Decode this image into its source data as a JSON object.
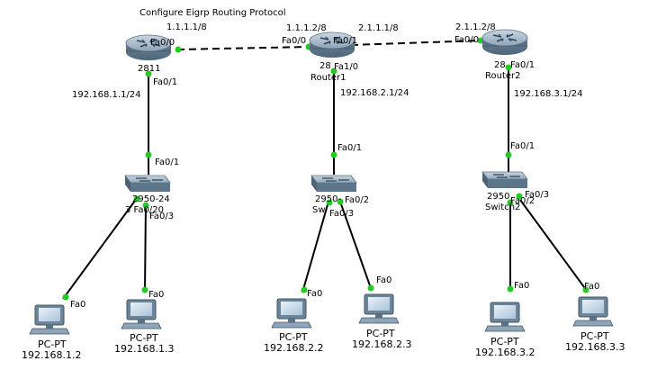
{
  "title": "Configure Eigrp Routing Protocol",
  "routers": [
    {
      "id": "r0",
      "name": "2811",
      "name_visible": "28",
      "name_suffix": "11",
      "net_top": "1.1.1.1/8",
      "lan_ip": "192.168.1.1/24"
    },
    {
      "id": "r1",
      "name": "Router1",
      "model_visible": "28",
      "net_top": "1.1.1.2/8",
      "net_top2": "2.1.1.1/8",
      "lan_ip": "192.168.2.1/24"
    },
    {
      "id": "r2",
      "name": "Router2",
      "model_visible": "28",
      "net_top": "2.1.1.2/8",
      "lan_ip": "192.168.3.1/24"
    }
  ],
  "switches": [
    {
      "id": "s0",
      "name": "2950-24",
      "ports_visible": "3 Fa0/20"
    },
    {
      "id": "s1",
      "name": "2950-",
      "name2": "Sw"
    },
    {
      "id": "s2",
      "name": "2950",
      "name2": "Switch2"
    }
  ],
  "ports": {
    "fa00": "Fa0/0",
    "fa01": "Fa0/1",
    "fa02": "Fa0/2",
    "fa03": "Fa0/3",
    "fa10": "Fa1/0",
    "fa0": "Fa0"
  },
  "pcs": [
    {
      "type": "PC-PT",
      "ip": "192.168.1.2"
    },
    {
      "type": "PC-PT",
      "ip": "192.168.1.3"
    },
    {
      "type": "PC-PT",
      "ip": "192.168.2.2"
    },
    {
      "type": "PC-PT",
      "ip": "192.168.2.3"
    },
    {
      "type": "PC-PT",
      "ip": "192.168.3.2"
    },
    {
      "type": "PC-PT",
      "ip": "192.168.3.3"
    }
  ],
  "colors": {
    "link_up": "#22cc22",
    "cable": "#000000",
    "router_body": "#7a93a8",
    "switch_body": "#6f8799"
  }
}
